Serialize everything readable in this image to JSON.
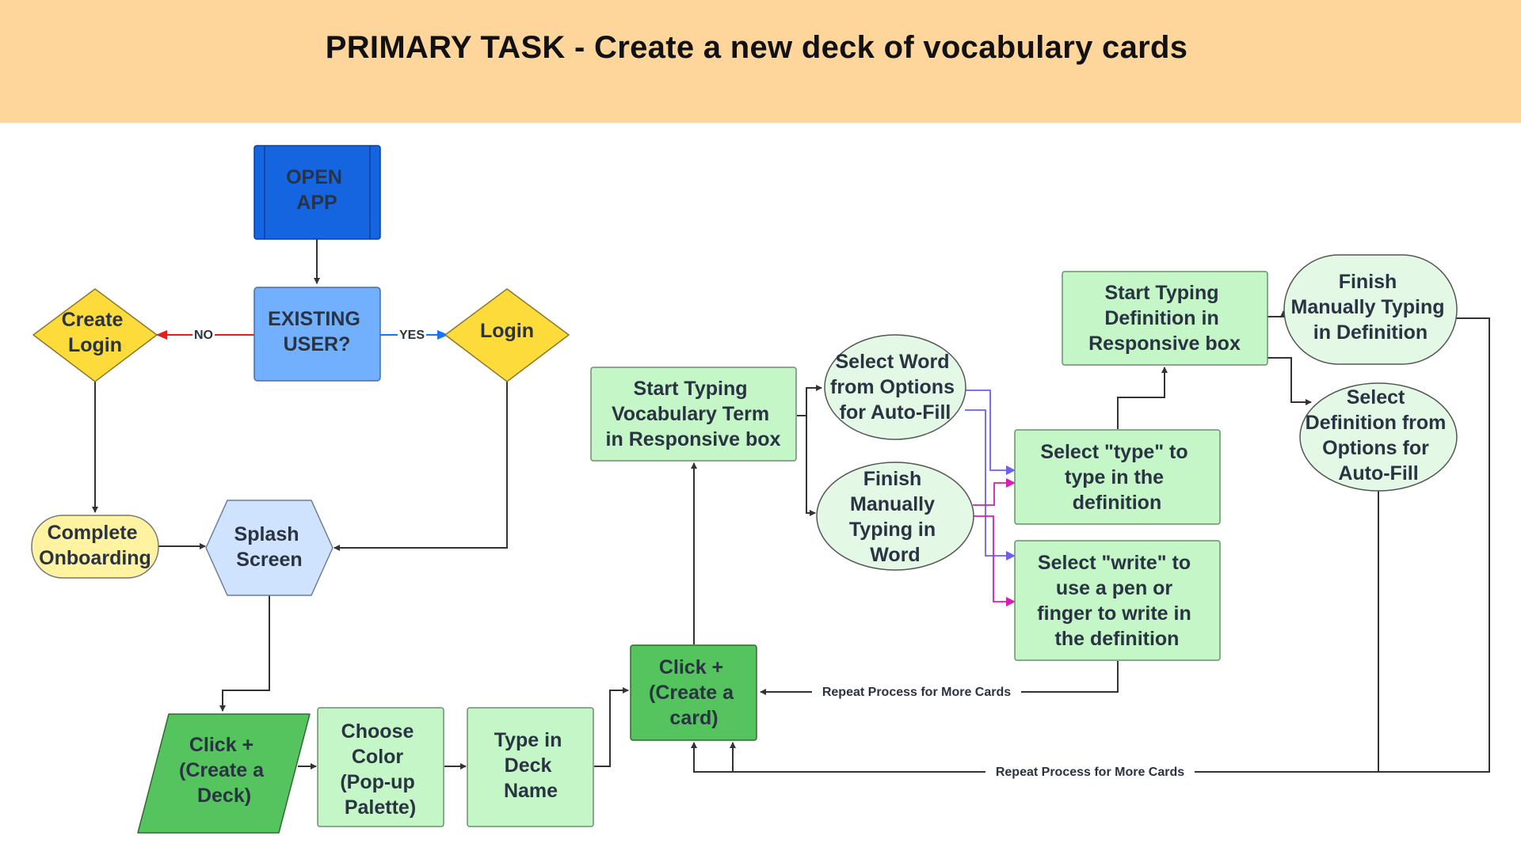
{
  "title": "PRIMARY TASK - Create a new deck of vocabulary cards",
  "colors": {
    "banner": "#fed59b",
    "open_app": "#1565e0",
    "existing_user": "#72b0fd",
    "decision": "#fddb3a",
    "onboarding": "#fff2a0",
    "splash": "#cfe2fe",
    "dark_green": "#55c35e",
    "light_green": "#c4f6c8",
    "pale_green": "#e3f9e5",
    "no_arrow": "#e0201b",
    "yes_arrow": "#1676f1",
    "purple_arrow": "#6b5ef3",
    "magenta_arrow": "#d61eb4"
  },
  "nodes": {
    "open_app": [
      "OPEN",
      "APP"
    ],
    "existing_user": [
      "EXISTING",
      "USER?"
    ],
    "create_login": [
      "Create",
      "Login"
    ],
    "login": [
      "Login"
    ],
    "complete_onboarding": [
      "Complete",
      "Onboarding"
    ],
    "splash_screen": [
      "Splash",
      "Screen"
    ],
    "click_create_deck": [
      "Click +",
      "(Create a",
      "Deck)"
    ],
    "choose_color": [
      "Choose",
      "Color",
      "(Pop-up",
      "Palette)"
    ],
    "type_deck_name": [
      "Type in",
      "Deck",
      "Name"
    ],
    "click_create_card": [
      "Click +",
      "(Create a",
      "card)"
    ],
    "start_typing_term": [
      "Start Typing",
      "Vocabulary Term",
      "in Responsive box"
    ],
    "select_word_autofill": [
      "Select Word",
      "from Options",
      "for Auto-Fill"
    ],
    "finish_typing_word": [
      "Finish",
      "Manually",
      "Typing in",
      "Word"
    ],
    "select_type": [
      "Select \"type\" to",
      "type in the",
      "definition"
    ],
    "select_write": [
      "Select \"write\" to",
      "use a pen or",
      "finger to write in",
      "the definition"
    ],
    "start_typing_definition": [
      "Start Typing",
      "Definition in",
      "Responsive box"
    ],
    "finish_typing_definition": [
      "Finish",
      "Manually Typing",
      "in Definition"
    ],
    "select_definition_autofill": [
      "Select",
      "Definition from",
      "Options for",
      "Auto-Fill"
    ]
  },
  "edge_labels": {
    "no": "NO",
    "yes": "YES",
    "repeat_1": "Repeat Process for More Cards",
    "repeat_2": "Repeat Process for More Cards"
  }
}
